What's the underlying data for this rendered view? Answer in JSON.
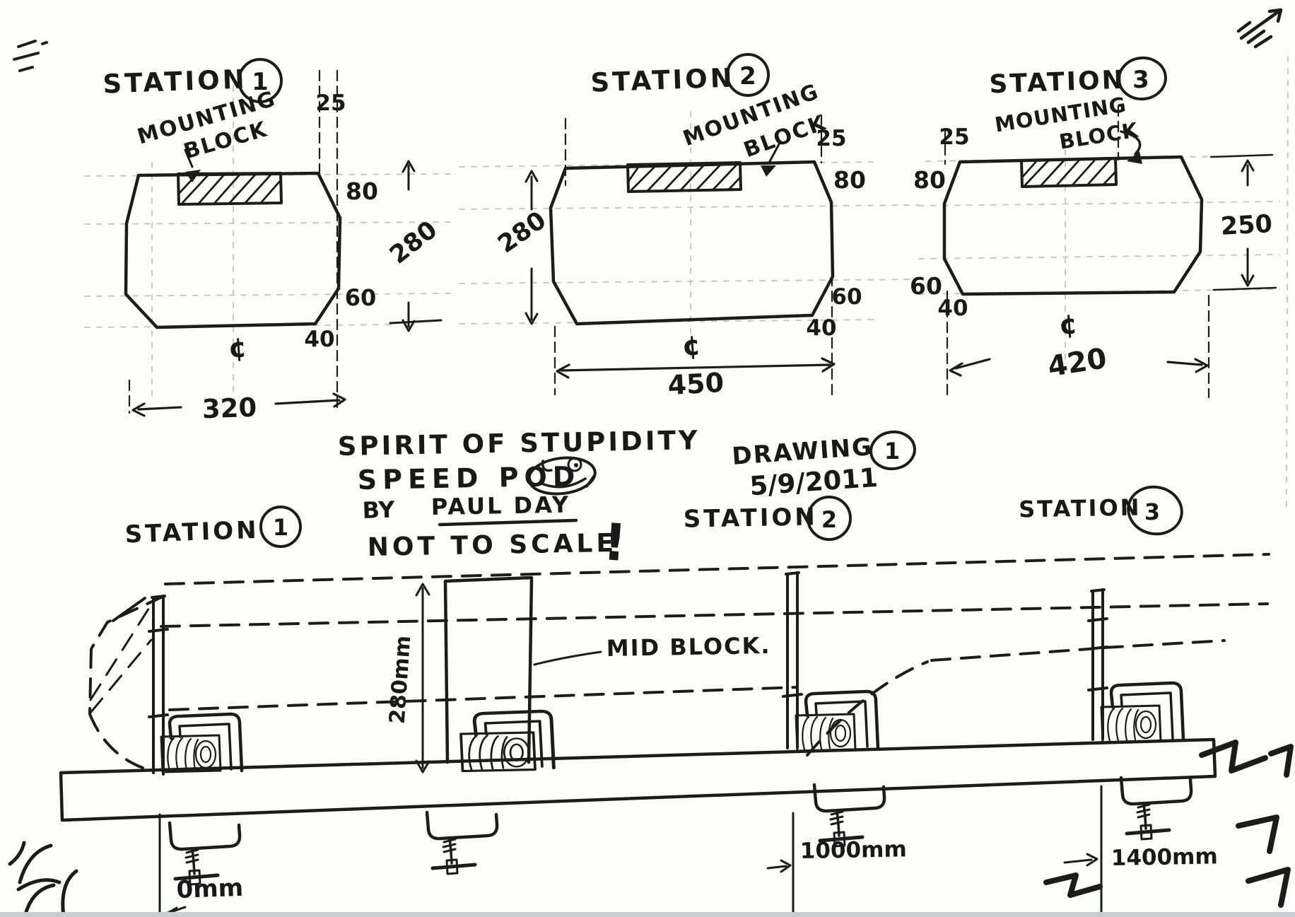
{
  "title_block": {
    "line1": "SPIRIT OF STUPIDITY",
    "line2": "SPEED POD",
    "by_label": "BY",
    "author": "PAUL DAY",
    "scale_note": "NOT TO SCALE",
    "exclamation": "!",
    "drawing_label": "DRAWING",
    "drawing_number": "1",
    "date": "5/9/2011"
  },
  "cross_sections": {
    "station_word": "STATION",
    "mounting_block": {
      "line1": "MOUNTING",
      "line2": "BLOCK"
    },
    "centerline_symbol": "¢",
    "station1": {
      "number": "1",
      "top_offset": "25",
      "upper_chamfer": "80",
      "overall_height": "280",
      "lower_chamfer": "60",
      "bottom_offset": "40",
      "overall_width": "320"
    },
    "station2": {
      "number": "2",
      "overall_height": "280",
      "top_offset": "25",
      "upper_chamfer": "80",
      "lower_chamfer": "60",
      "bottom_offset": "40",
      "overall_width": "450"
    },
    "station3": {
      "number": "3",
      "top_offset": "25",
      "upper_chamfer": "80",
      "lower_chamfer": "60",
      "bottom_offset": "40",
      "overall_height": "250",
      "overall_width": "420"
    }
  },
  "side_view": {
    "station_word": "STATION",
    "station1_number": "1",
    "station2_number": "2",
    "station3_number": "3",
    "mid_block_label": "MID BLOCK.",
    "mid_block_height": "280mm",
    "station1_position": "0mm",
    "station2_position": "1000mm",
    "station3_position": "1400mm"
  }
}
